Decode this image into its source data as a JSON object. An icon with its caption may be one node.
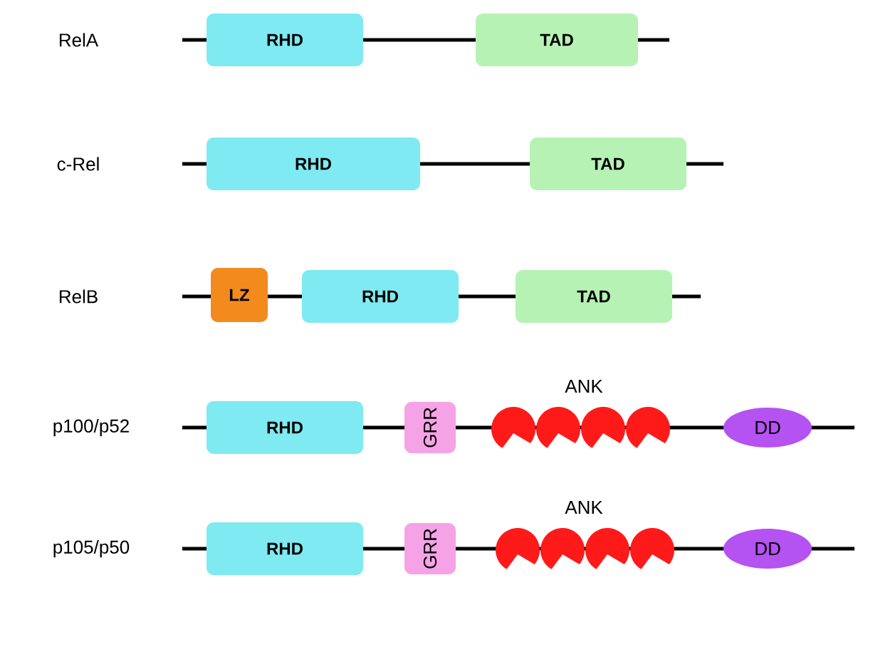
{
  "diagram": {
    "nodes": [
      {
        "text": [
          "RHD"
        ]
      },
      {
        "text": [
          "TAD"
        ]
      },
      {
        "text": [
          "RHD"
        ]
      },
      {
        "text": [
          "TAD"
        ]
      },
      {
        "text": [
          "LZ"
        ]
      },
      {
        "text": [
          "RHD"
        ]
      },
      {
        "text": [
          "TAD"
        ]
      },
      {
        "text": [
          "RHD"
        ]
      },
      {
        "text": [
          "GRR"
        ]
      },
      {
        "text": [
          "DD"
        ]
      },
      {
        "text": [
          "RHD"
        ]
      },
      {
        "text": [
          "GRR"
        ]
      },
      {
        "text": [
          "DD"
        ]
      }
    ],
    "labels": [
      "RelA",
      "c-Rel",
      "RelB",
      "ANK",
      "p100/p52",
      "ANK",
      "p105/p50"
    ]
  }
}
